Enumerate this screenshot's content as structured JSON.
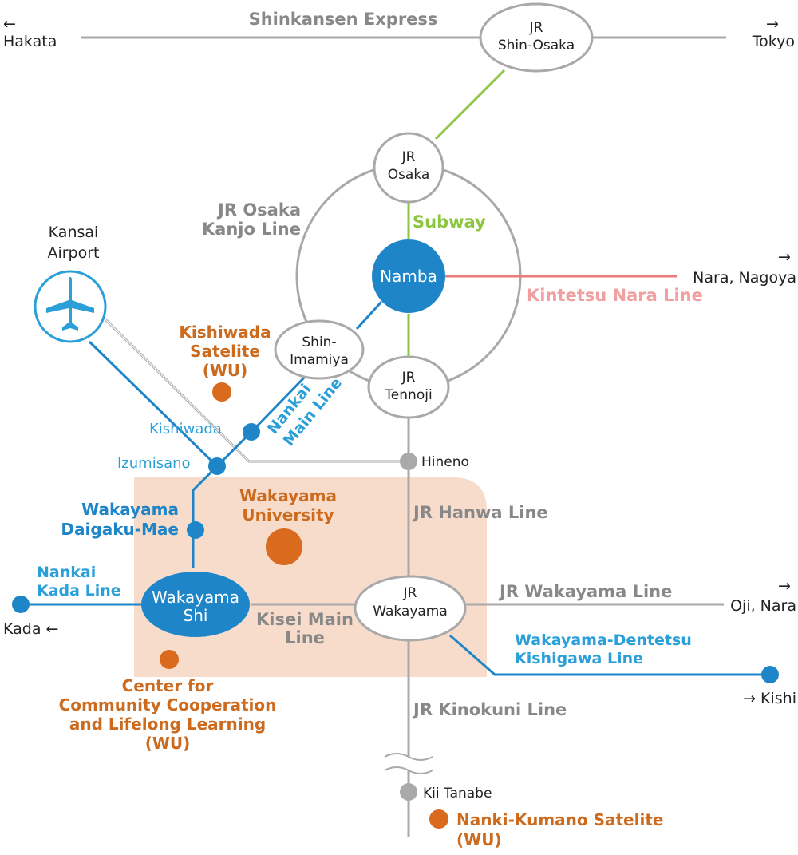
{
  "colors": {
    "gray_line": "#a9a9a9",
    "blue_line": "#1e86c8",
    "green_line": "#8cc63f",
    "pink_line": "#ee7b7b",
    "university_zone": "#f8dccb",
    "orange_marker": "#d96a1e",
    "light_blue_text": "#2a9fd8"
  },
  "lines": {
    "shinkansen": "Shinkansen Express",
    "osaka_kanjo": [
      "JR Osaka",
      "Kanjo Line"
    ],
    "subway": "Subway",
    "kintetsu_nara": "Kintetsu Nara Line",
    "nankai_main": [
      "Nankai",
      "Main Line"
    ],
    "jr_hanwa": "JR Hanwa Line",
    "jr_wakayama": "JR Wakayama Line",
    "kisei_main": [
      "Kisei Main",
      "Line"
    ],
    "nankai_kada": [
      "Nankai",
      "Kada Line"
    ],
    "wakayama_dentetsu": [
      "Wakayama-Dentetsu",
      "Kishigawa Line"
    ],
    "jr_kinokuni": "JR Kinokuni Line"
  },
  "destinations": {
    "hakata": [
      "←",
      "Hakata"
    ],
    "tokyo": [
      "→",
      "Tokyo"
    ],
    "nara_nagoya": [
      "→",
      "Nara, Nagoya"
    ],
    "oji_nara": [
      "→",
      "Oji, Nara"
    ],
    "kada": "Kada ←",
    "kishi": "→ Kishi"
  },
  "stations": {
    "shin_osaka": [
      "JR",
      "Shin-Osaka"
    ],
    "osaka": [
      "JR",
      "Osaka"
    ],
    "namba": "Namba",
    "shin_imamiya": [
      "Shin-",
      "Imamiya"
    ],
    "tennoji": [
      "JR",
      "Tennoji"
    ],
    "wakayama_jr": [
      "JR",
      "Wakayama"
    ],
    "wakayama_shi": [
      "Wakayama",
      "Shi"
    ],
    "kishiwada": "Kishiwada",
    "izumisano": "Izumisano",
    "hineno": "Hineno",
    "daigaku_mae": [
      "Wakayama",
      "Daigaku-Mae"
    ],
    "kii_tanabe": "Kii Tanabe"
  },
  "airport": [
    "Kansai",
    "Airport"
  ],
  "icons": {
    "airport": "airplane-icon"
  },
  "campuses": {
    "kishiwada_satelite": [
      "Kishiwada",
      "Satelite",
      "(WU)"
    ],
    "wakayama_university": [
      "Wakayama",
      "University"
    ],
    "ccc_lifelong": [
      "Center for",
      "Community Cooperation",
      "and Lifelong Learning",
      "(WU)"
    ],
    "nanki_kumano": [
      "Nanki-Kumano Satelite",
      "(WU)"
    ]
  }
}
